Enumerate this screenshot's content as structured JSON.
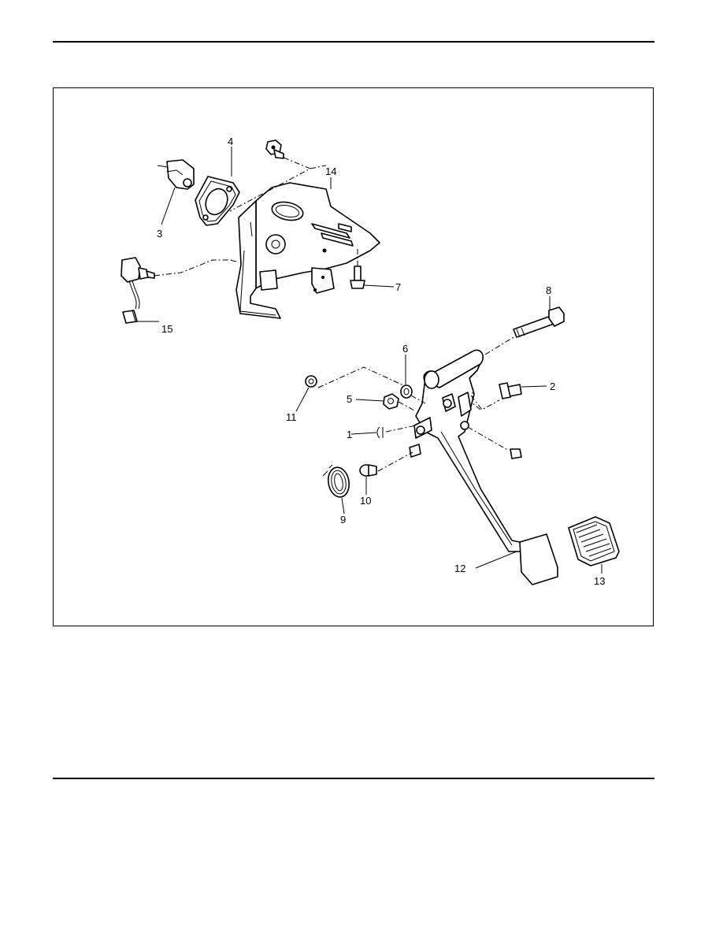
{
  "figure": {
    "callouts": [
      {
        "id": "c1",
        "text": "1"
      },
      {
        "id": "c2",
        "text": "2"
      },
      {
        "id": "c3",
        "text": "3"
      },
      {
        "id": "c4",
        "text": "4"
      },
      {
        "id": "c5",
        "text": "5"
      },
      {
        "id": "c6",
        "text": "6"
      },
      {
        "id": "c7",
        "text": "7"
      },
      {
        "id": "c8",
        "text": "8"
      },
      {
        "id": "c9",
        "text": "9"
      },
      {
        "id": "c10",
        "text": "10"
      },
      {
        "id": "c11",
        "text": "11"
      },
      {
        "id": "c12",
        "text": "12"
      },
      {
        "id": "c13",
        "text": "13"
      },
      {
        "id": "c14",
        "text": "14"
      },
      {
        "id": "c15",
        "text": "15"
      }
    ]
  }
}
